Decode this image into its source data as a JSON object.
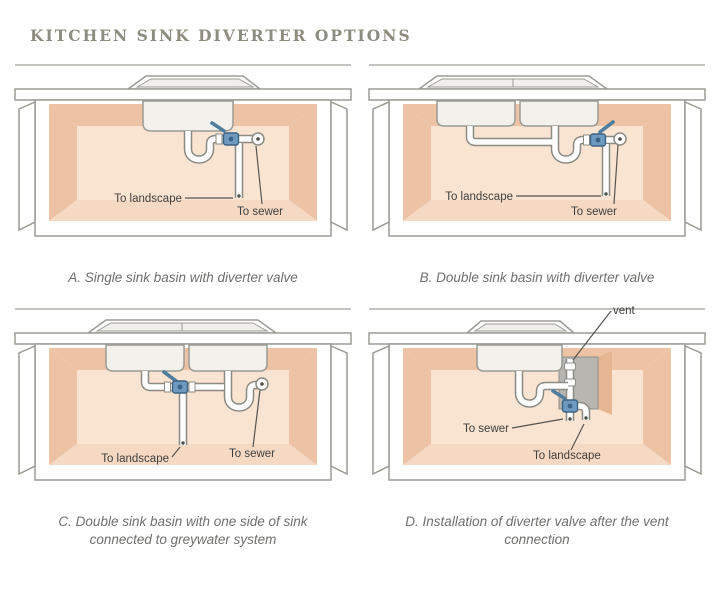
{
  "title": "KITCHEN SINK DIVERTER OPTIONS",
  "colors": {
    "title-color": "#8d8c80",
    "caption-color": "#6f6f6d",
    "label-color": "#3f3f3d",
    "peach-dark": "#eec2a5",
    "peach-back": "#f9e3d1",
    "peach-floor": "#f6d9c3",
    "outline": "#9b9b95",
    "pipe-outline": "#8b8b85",
    "pipe-fill": "#fdfdfd",
    "basin-fill": "#f2f1ec",
    "valve-blue": "#6d9abe",
    "valve-dark": "#3c6384",
    "recess-gray": "#b7b6b0"
  },
  "panels": [
    {
      "letter": "A",
      "caption": "A. Single sink basin with diverter valve",
      "labels": {
        "landscape": "To landscape",
        "sewer": "To sewer"
      }
    },
    {
      "letter": "B",
      "caption": "B. Double sink basin with diverter valve",
      "labels": {
        "landscape": "To landscape",
        "sewer": "To sewer"
      }
    },
    {
      "letter": "C",
      "caption": "C. Double sink basin with one side of sink connected to greywater system",
      "labels": {
        "landscape": "To landscape",
        "sewer": "To sewer"
      }
    },
    {
      "letter": "D",
      "caption": "D. Installation of diverter valve after the vent connection",
      "labels": {
        "landscape": "To landscape",
        "sewer": "To sewer",
        "vent": "vent"
      }
    }
  ]
}
